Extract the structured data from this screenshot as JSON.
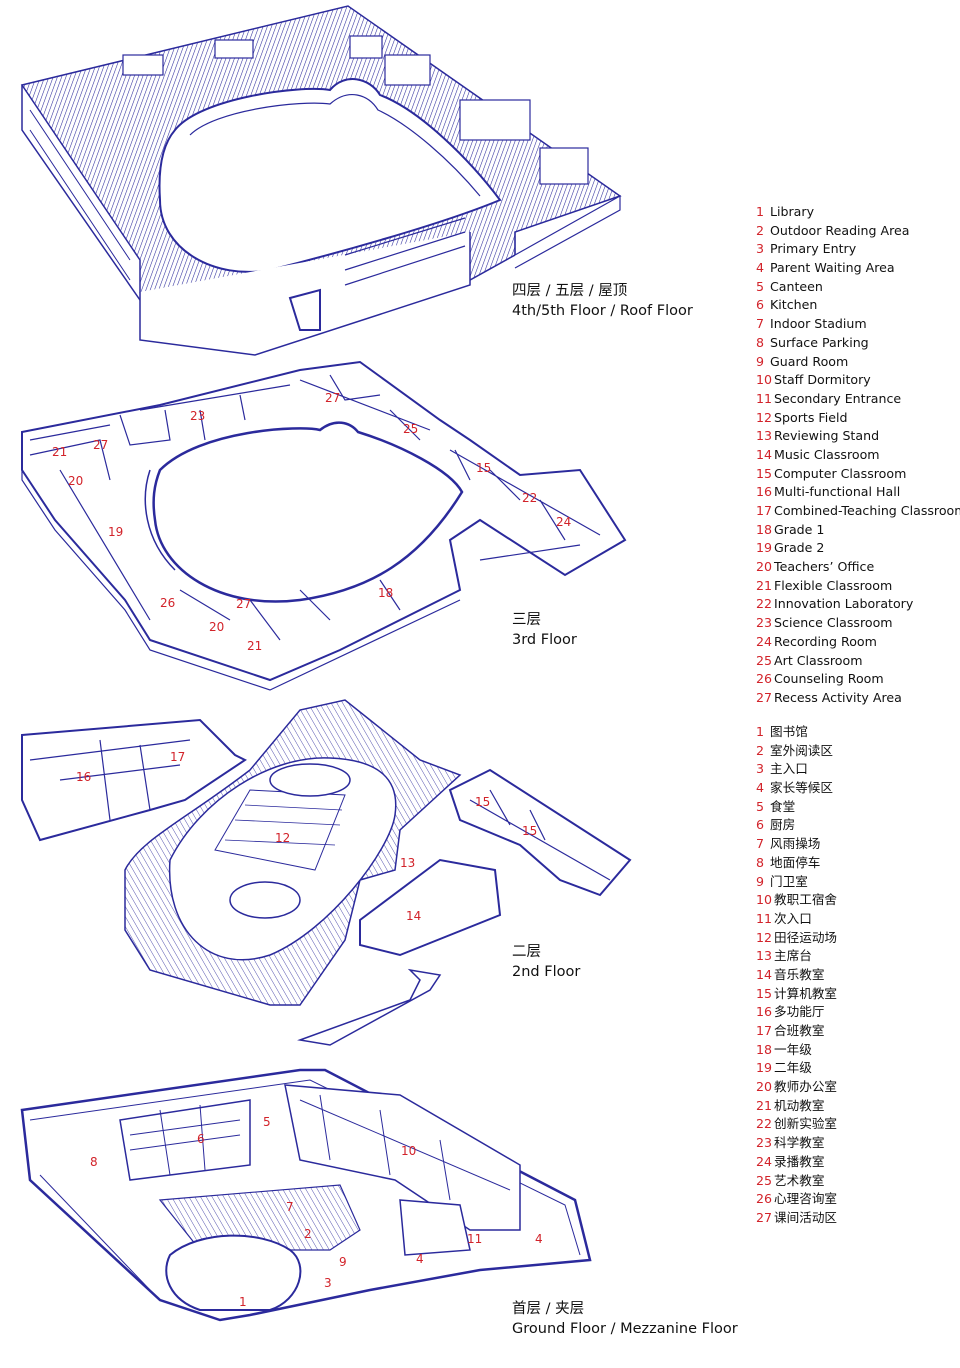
{
  "floors": {
    "roof": {
      "label_cn": "四层 / 五层 / 屋顶",
      "label_en": "4th/5th Floor / Roof Floor"
    },
    "third": {
      "label_cn": "三层",
      "label_en": "3rd Floor"
    },
    "second": {
      "label_cn": "二层",
      "label_en": "2nd Floor"
    },
    "ground": {
      "label_cn": "首层 / 夹层",
      "label_en": "Ground Floor / Mezzanine Floor"
    }
  },
  "legend_en": [
    {
      "num": "1",
      "label": "Library"
    },
    {
      "num": "2",
      "label": "Outdoor Reading Area"
    },
    {
      "num": "3",
      "label": "Primary Entry"
    },
    {
      "num": "4",
      "label": "Parent Waiting Area"
    },
    {
      "num": "5",
      "label": "Canteen"
    },
    {
      "num": "6",
      "label": "Kitchen"
    },
    {
      "num": "7",
      "label": "Indoor Stadium"
    },
    {
      "num": "8",
      "label": "Surface Parking"
    },
    {
      "num": "9",
      "label": "Guard Room"
    },
    {
      "num": "10",
      "label": "Staff Dormitory"
    },
    {
      "num": "11",
      "label": "Secondary Entrance"
    },
    {
      "num": "12",
      "label": "Sports Field"
    },
    {
      "num": "13",
      "label": "Reviewing Stand"
    },
    {
      "num": "14",
      "label": "Music Classroom"
    },
    {
      "num": "15",
      "label": "Computer Classroom"
    },
    {
      "num": "16",
      "label": "Multi-functional Hall"
    },
    {
      "num": "17",
      "label": "Combined-Teaching Classroom"
    },
    {
      "num": "18",
      "label": "Grade 1"
    },
    {
      "num": "19",
      "label": "Grade 2"
    },
    {
      "num": "20",
      "label": "Teachers’ Office"
    },
    {
      "num": "21",
      "label": "Flexible Classroom"
    },
    {
      "num": "22",
      "label": "Innovation Laboratory"
    },
    {
      "num": "23",
      "label": "Science Classroom"
    },
    {
      "num": "24",
      "label": "Recording Room"
    },
    {
      "num": "25",
      "label": "Art Classroom"
    },
    {
      "num": "26",
      "label": "Counseling Room"
    },
    {
      "num": "27",
      "label": "Recess Activity Area"
    }
  ],
  "legend_cn": [
    {
      "num": "1",
      "label": "图书馆"
    },
    {
      "num": "2",
      "label": "室外阅读区"
    },
    {
      "num": "3",
      "label": "主入口"
    },
    {
      "num": "4",
      "label": "家长等候区"
    },
    {
      "num": "5",
      "label": "食堂"
    },
    {
      "num": "6",
      "label": "厨房"
    },
    {
      "num": "7",
      "label": "风雨操场"
    },
    {
      "num": "8",
      "label": "地面停车"
    },
    {
      "num": "9",
      "label": "门卫室"
    },
    {
      "num": "10",
      "label": "教职工宿舍"
    },
    {
      "num": "11",
      "label": "次入口"
    },
    {
      "num": "12",
      "label": "田径运动场"
    },
    {
      "num": "13",
      "label": "主席台"
    },
    {
      "num": "14",
      "label": "音乐教室"
    },
    {
      "num": "15",
      "label": "计算机教室"
    },
    {
      "num": "16",
      "label": "多功能厅"
    },
    {
      "num": "17",
      "label": "合班教室"
    },
    {
      "num": "18",
      "label": "一年级"
    },
    {
      "num": "19",
      "label": "二年级"
    },
    {
      "num": "20",
      "label": "教师办公室"
    },
    {
      "num": "21",
      "label": "机动教室"
    },
    {
      "num": "22",
      "label": "创新实验室"
    },
    {
      "num": "23",
      "label": "科学教室"
    },
    {
      "num": "24",
      "label": "录播教室"
    },
    {
      "num": "25",
      "label": "艺术教室"
    },
    {
      "num": "26",
      "label": "心理咨询室"
    },
    {
      "num": "27",
      "label": "课间活动区"
    }
  ],
  "colors": {
    "linework": "#2b2a9c",
    "tag": "#d2232a",
    "text": "#111111"
  },
  "plan_tags": {
    "third": [
      "23",
      "27",
      "25",
      "21",
      "27",
      "15",
      "20",
      "22",
      "24",
      "19",
      "26",
      "27",
      "18",
      "20",
      "21"
    ],
    "second": [
      "17",
      "16",
      "15",
      "15",
      "12",
      "13",
      "14"
    ],
    "ground": [
      "5",
      "6",
      "8",
      "10",
      "7",
      "2",
      "9",
      "4",
      "11",
      "4",
      "3",
      "1"
    ]
  }
}
